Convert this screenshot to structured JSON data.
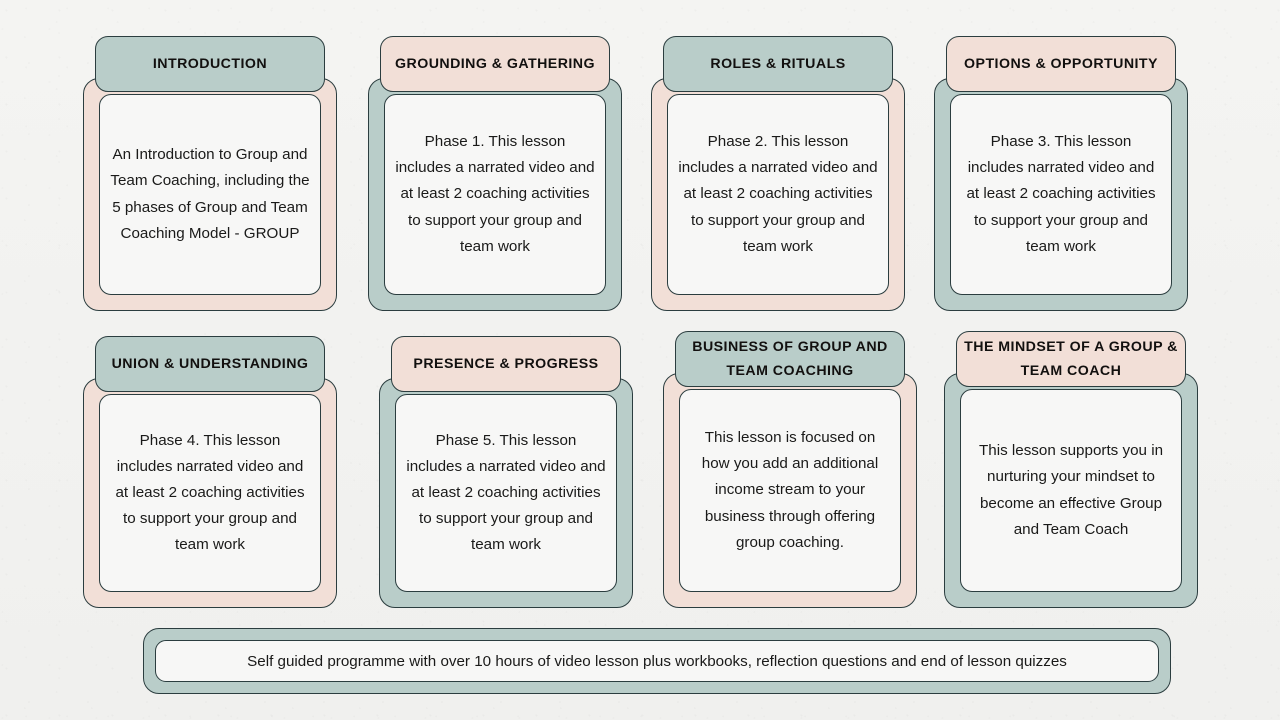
{
  "page": {
    "background_color": "#f2f2f0",
    "accent_teal": "#b9cdc9",
    "accent_pink": "#f2dfd7",
    "outline_color": "#2b3d3f",
    "panel_color": "#f7f7f6"
  },
  "cards": [
    {
      "title": "INTRODUCTION",
      "body": "An Introduction to Group and Team Coaching, including the 5 phases of Group and Team Coaching Model - GROUP",
      "header_color": "teal",
      "frame_color": "pink"
    },
    {
      "title": "GROUNDING & GATHERING",
      "body": "Phase 1. This lesson includes a narrated video and at least 2 coaching activities to support your group and team work",
      "header_color": "pink",
      "frame_color": "teal"
    },
    {
      "title": "ROLES & RITUALS",
      "body": "Phase 2. This lesson includes a narrated video and at least 2 coaching activities to support your group and team work",
      "header_color": "teal",
      "frame_color": "pink"
    },
    {
      "title": "OPTIONS & OPPORTUNITY",
      "body": "Phase 3. This lesson includes narrated video and at least 2 coaching activities to support your group and team work",
      "header_color": "pink",
      "frame_color": "teal"
    },
    {
      "title": "UNION & UNDERSTANDING",
      "body": "Phase 4. This lesson includes narrated video and at least 2 coaching activities to support your group and team work",
      "header_color": "teal",
      "frame_color": "pink"
    },
    {
      "title": "PRESENCE & PROGRESS",
      "body": "Phase 5. This lesson includes a narrated video and at least 2 coaching activities to support your group and team work",
      "header_color": "pink",
      "frame_color": "teal"
    },
    {
      "title": "BUSINESS OF GROUP AND TEAM COACHING",
      "body": "This lesson is focused on how you add an additional income stream to your business through offering group coaching.",
      "header_color": "teal",
      "frame_color": "pink"
    },
    {
      "title": "THE MINDSET OF A GROUP & TEAM COACH",
      "body": "This lesson supports you in nurturing your mindset to become an effective Group and Team Coach",
      "header_color": "pink",
      "frame_color": "teal"
    }
  ],
  "footer": {
    "text": "Self guided programme with over 10 hours of video lesson plus workbooks, reflection questions and end of lesson quizzes"
  }
}
